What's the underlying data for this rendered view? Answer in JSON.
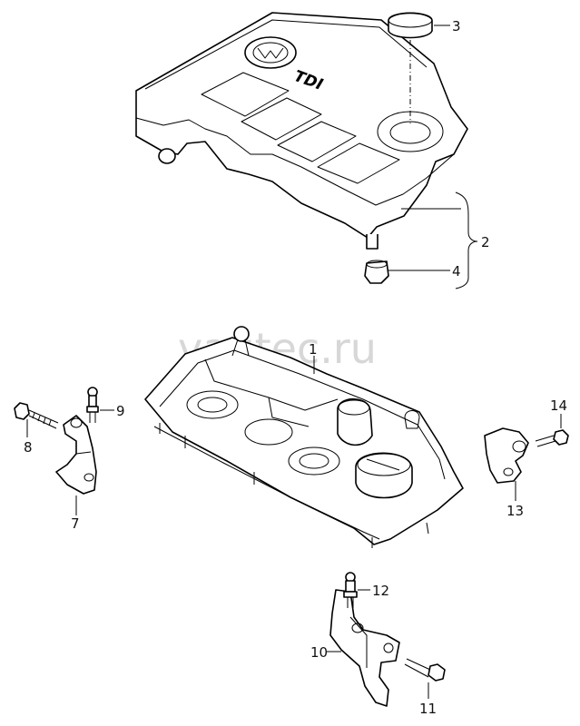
{
  "watermark": "vagtec.ru",
  "cover_badge": {
    "brand_logo": "vw-logo-icon",
    "model_text": "TDI"
  },
  "callouts": {
    "c1": "1",
    "c2": "2",
    "c3": "3",
    "c4": "4",
    "c7": "7",
    "c8": "8",
    "c9": "9",
    "c10": "10",
    "c11": "11",
    "c12": "12",
    "c13": "13",
    "c14": "14"
  }
}
